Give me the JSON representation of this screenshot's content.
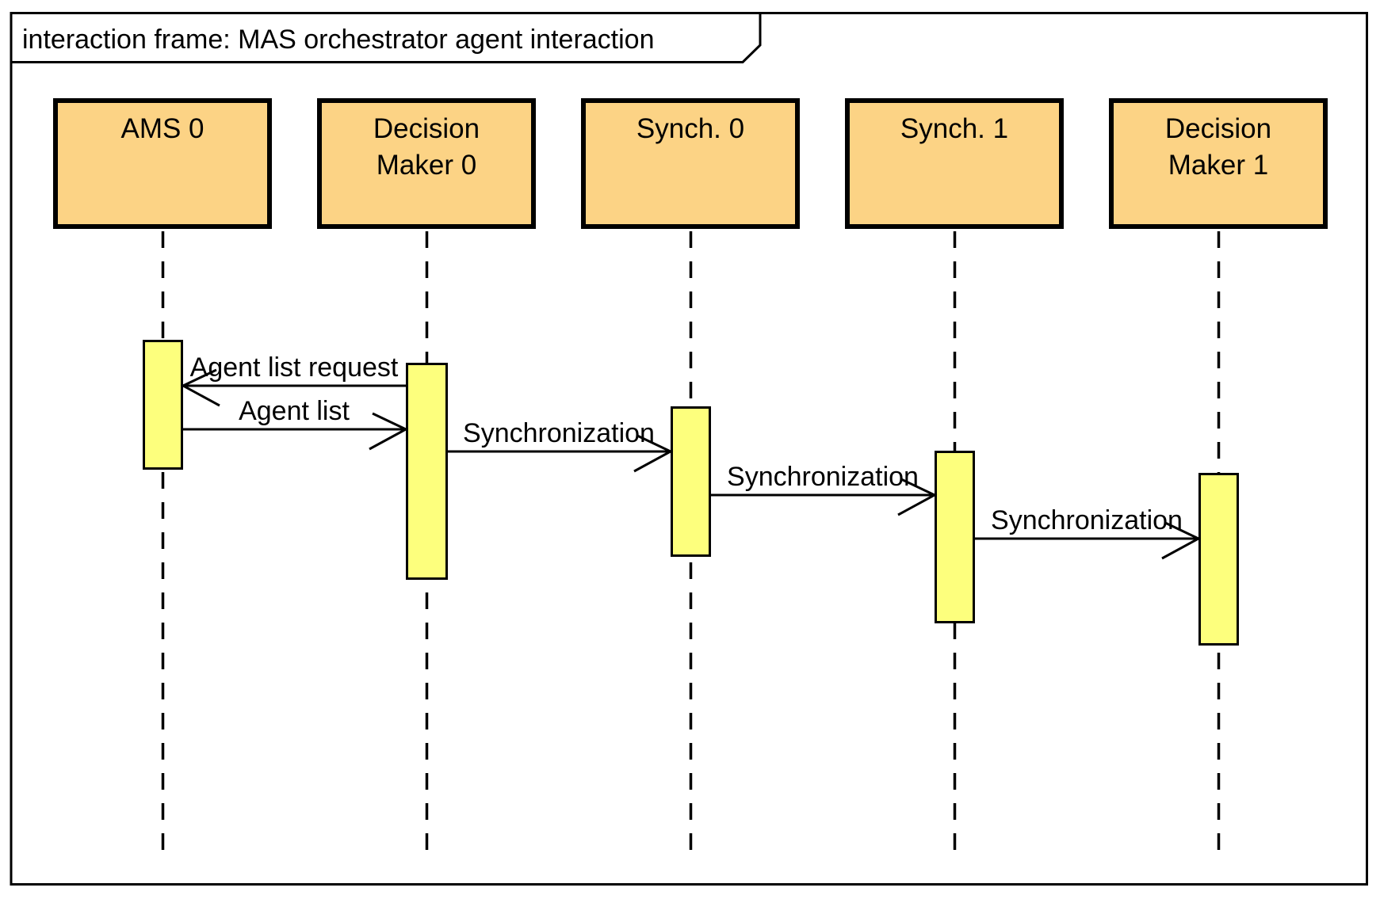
{
  "diagram": {
    "type": "uml-sequence-diagram",
    "frame_title": "interaction frame: MAS orchestrator agent interaction"
  },
  "colors": {
    "participant_fill": "#FCD385",
    "activation_fill": "#FDFF7D",
    "line": "#000000",
    "background": "#FFFFFF"
  },
  "participants": [
    {
      "label": "AMS 0"
    },
    {
      "label": "Decision Maker 0"
    },
    {
      "label": "Synch. 0"
    },
    {
      "label": "Synch. 1"
    },
    {
      "label": "Decision Maker 1"
    }
  ],
  "messages": [
    {
      "label": "Agent list request",
      "from": "Decision Maker 0",
      "to": "AMS 0",
      "direction": "left"
    },
    {
      "label": "Agent list",
      "from": "AMS 0",
      "to": "Decision Maker 0",
      "direction": "right"
    },
    {
      "label": "Synchronization",
      "from": "Decision Maker 0",
      "to": "Synch. 0",
      "direction": "right"
    },
    {
      "label": "Synchronization",
      "from": "Synch. 0",
      "to": "Synch. 1",
      "direction": "right"
    },
    {
      "label": "Synchronization",
      "from": "Synch. 1",
      "to": "Decision Maker 1",
      "direction": "right"
    }
  ]
}
